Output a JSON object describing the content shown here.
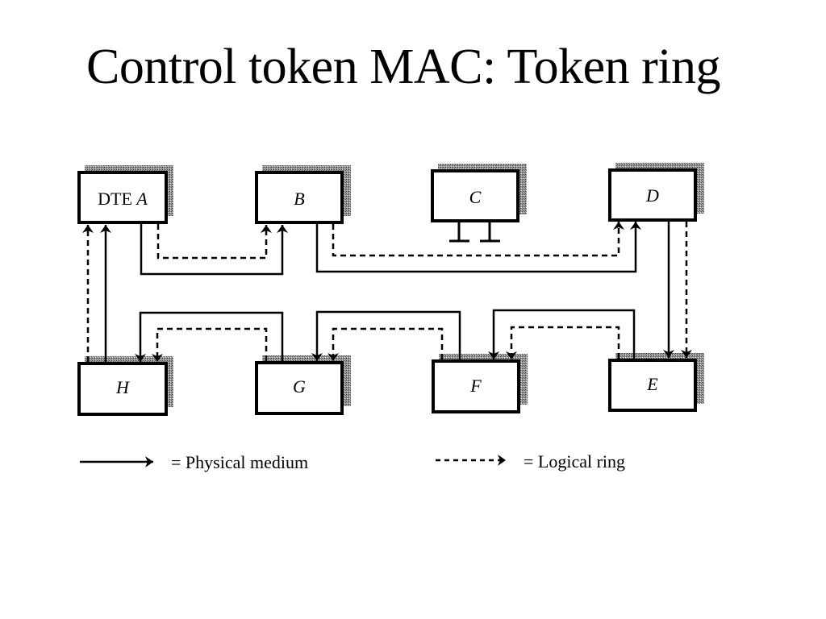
{
  "title": "Control token MAC: Token ring",
  "diagram": {
    "nodes": [
      {
        "id": "A",
        "prefix": "DTE ",
        "label": "A"
      },
      {
        "id": "B",
        "prefix": "",
        "label": "B"
      },
      {
        "id": "C",
        "prefix": "",
        "label": "C",
        "connected_to_ring": false
      },
      {
        "id": "D",
        "prefix": "",
        "label": "D"
      },
      {
        "id": "E",
        "prefix": "",
        "label": "E"
      },
      {
        "id": "F",
        "prefix": "",
        "label": "F"
      },
      {
        "id": "G",
        "prefix": "",
        "label": "G"
      },
      {
        "id": "H",
        "prefix": "",
        "label": "H"
      }
    ],
    "physical_medium": [
      [
        "A",
        "B"
      ],
      [
        "B",
        "D"
      ],
      [
        "D",
        "E"
      ],
      [
        "E",
        "F"
      ],
      [
        "F",
        "G"
      ],
      [
        "G",
        "H"
      ],
      [
        "H",
        "A"
      ]
    ],
    "logical_ring": [
      [
        "A",
        "B"
      ],
      [
        "B",
        "D"
      ],
      [
        "D",
        "E"
      ],
      [
        "E",
        "F"
      ],
      [
        "F",
        "G"
      ],
      [
        "G",
        "H"
      ],
      [
        "H",
        "A"
      ]
    ]
  },
  "legend": {
    "physical": "= Physical medium",
    "logical": "= Logical ring"
  }
}
